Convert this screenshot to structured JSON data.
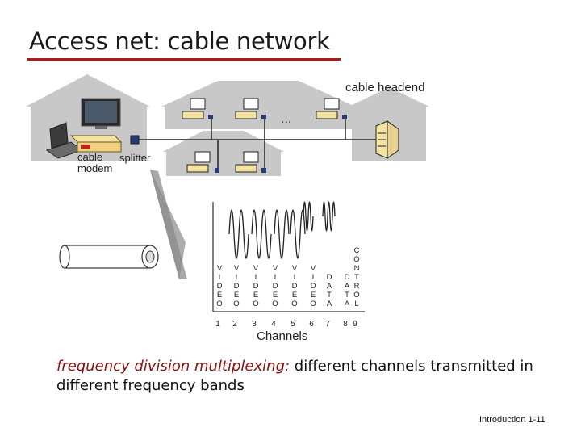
{
  "title": "Access net: cable network",
  "labels": {
    "cable_headend": "cable headend",
    "cable_modem": "cable\nmodem",
    "splitter": "splitter",
    "channels": "Channels",
    "ellipsis": "..."
  },
  "channels": [
    {
      "num": "1",
      "letters": "V I D E O"
    },
    {
      "num": "2",
      "letters": "V I D E O"
    },
    {
      "num": "3",
      "letters": "V I D E O"
    },
    {
      "num": "4",
      "letters": "V I D E O"
    },
    {
      "num": "5",
      "letters": "V I D E O"
    },
    {
      "num": "6",
      "letters": "V I D E O"
    },
    {
      "num": "7",
      "letters": "D A T A"
    },
    {
      "num": "8",
      "letters": "D A T A"
    },
    {
      "num": "9",
      "letters": "C O N T R O L"
    }
  ],
  "caption": {
    "emphasis": "frequency division multiplexing:",
    "rest": " different channels transmitted in different frequency bands"
  },
  "footer": {
    "section": "Introduction",
    "page": "1-11"
  },
  "colors": {
    "title_underline": "#b01a1a",
    "caption_emphasis": "#8b1010",
    "house": "#c8c8c8"
  },
  "icons": [
    "house-icon",
    "computer-icon",
    "cable-modem-icon",
    "splitter-icon",
    "headend-icon",
    "coax-cable-icon",
    "signal-wave-icon"
  ]
}
